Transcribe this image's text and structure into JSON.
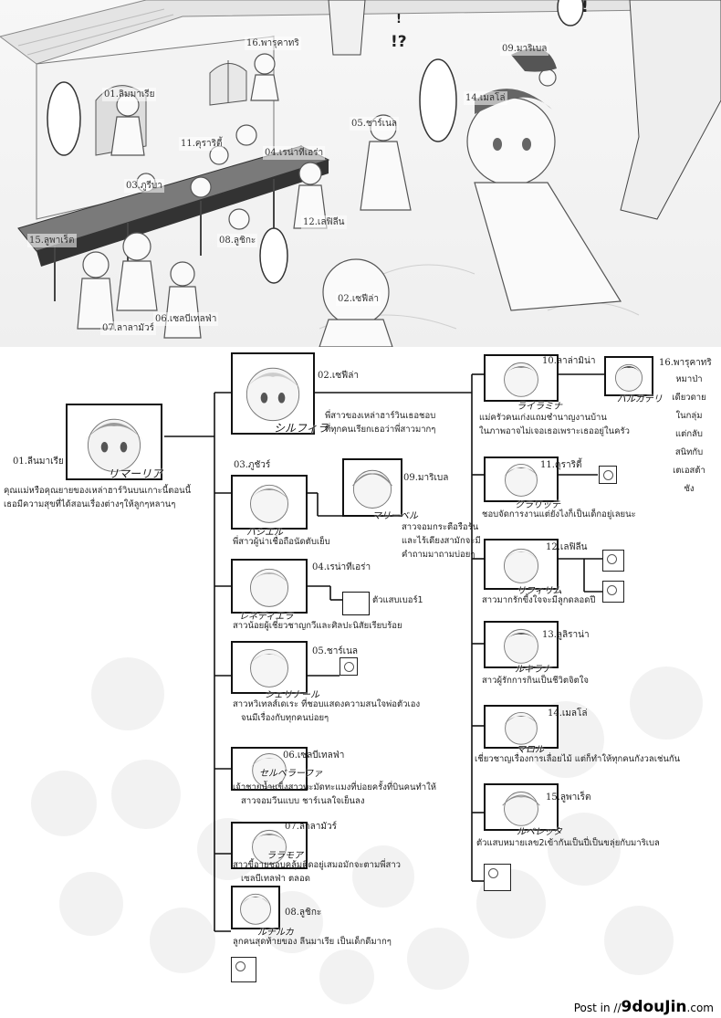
{
  "scene": {
    "exclaim": [
      "!",
      "!?",
      "!"
    ],
    "labels": [
      "16.พารุคาทริ",
      "09.มาริเบล",
      "01.ลิมมาเรีย",
      "14.เมลโล่",
      "05.ชาร์เนล",
      "11.คุราริตี้",
      "04.เรน่าทีเอร่า",
      "03.ภูรีบา",
      "12.เลฟิลีน",
      "15.ลูพาเร็ต",
      "08.ลูชิกะ",
      "02.เซฟีล่า",
      "07.ลาลามัวร์",
      "06.เซลบีเทลฟ่า"
    ]
  },
  "root": {
    "number": "01.ลีนมาเรีย",
    "signature": "リマーリア",
    "description": "คุณแม่หรือคุณยายของเหล่าฮาร์วินบนเกาะนี้ตอนนี้\nเธอมีความสุขที่ได้สอนเรื่องต่างๆให้ลูกๆหลานๆ"
  },
  "left_column": [
    {
      "number": "02.เซฟีล่า",
      "signature": "シルフィラ",
      "description": "พี่สาวของเหล่าฮาร์วินเธอชอบ\nที่ทุกคนเรียกเธอว่าพี่สาวมากๆ"
    },
    {
      "number": "03.ภูชัวร์",
      "signature": "ハシエル",
      "description": "พี่สาวผู้น่าเชื่อถือนัดตับเย็บ"
    },
    {
      "number": "04.เรน่าทีเอร่า",
      "signature": "レネディエラ",
      "description": "สาวน้อยผู้เชี่ยวชาญกวีและศิลปะนิสัยเรียบร้อย"
    },
    {
      "number": "05.ชาร์เนล",
      "signature": "シェリナール",
      "description": "สาวหวิเทลส์เดเระ ที่ชอบแสดงความสนใจพ่อตัวเอง\n   จนมีเรื่องกับทุกคนบ่อยๆ"
    },
    {
      "number": "06.เซลบีเทลฟ่า",
      "signature": "セルベラーファ",
      "description": "เจ้าชายน้ำแข็งสาวทะมัดทะแมงที่บ่อยครั้งที่บินคนทำให้\n   สาวจอมวีนแบบ ชาร์เนลใจเย็นลง"
    },
    {
      "number": "07.ลาลามัวร์",
      "signature": "ララモア",
      "description": "สาวขี้อายชอบคลุ้มติดอยู่เสมอมักจะตามพี่สาว\n   เซลบีเทลฟ่า ตลอด"
    },
    {
      "number": "08.ลูชิกะ",
      "signature": "ルチルカ",
      "description": "ลูกคนสุดท้ายของ ลีนมาเรีย เป็นเด็กดีมากๆ"
    }
  ],
  "sub_left": {
    "number": "09.มาริเบล",
    "signature": "マリーベル",
    "description": "สาวจอมกระตือรือร้น\nและไร้เดียงสามักจะมี\nคำถามมาถามบ่อยๆ",
    "extra": "ตัวแสบเบอร์1"
  },
  "right_column": [
    {
      "number": "10.ลาล่ามิน่า",
      "signature": "ライラミナ",
      "description": "แม่ครัวคนเก่งแถมชำนาญงานบ้าน\nในภาพอาจไม่เจอเธอเพราะเธออยู่ในครัว"
    },
    {
      "number": "11.คุราริตี้",
      "signature": "クラリッテ",
      "description": "ชอบจัดการงานแต่ยังไงก็เป็นเด็กอยู่เลยนะ"
    },
    {
      "number": "12.เลฟิลีน",
      "signature": "リフィリム",
      "description": "สาวมากรักขี้งใจจะมีลูกดลอดปี"
    },
    {
      "number": "13.ลูลิราน่า",
      "signature": "ルキラナ",
      "description": "สาวผู้รักการกินเป็นชีวิตจิตใจ"
    },
    {
      "number": "14.เมลโล่",
      "signature": "マロル",
      "description": "เชี่ยวชาญเรื่องการเลื่อยไม้ แต่ก็ทำให้ทุกคนกังวลเช่นกัน"
    },
    {
      "number": "15.ลูพาเร็ต",
      "signature": "ルペレッタ",
      "description": "ตัวแสบหมายเลข2เข้ากันเป็นปี่เป็นขลุ่ยกับมาริเบล"
    }
  ],
  "side_right": {
    "number": "16.พารุคาทริ",
    "signature": "パルカテリ",
    "description_lines": [
      "หมาป่า",
      "เดียวดาย",
      "ในกลุ่ม",
      "แต่กลับ",
      "สนิทกับ",
      "เตเอสต้า",
      "ซัง"
    ]
  },
  "footer": {
    "prefix": "Post in //",
    "site": "9douJin",
    "suffix": ".com"
  }
}
